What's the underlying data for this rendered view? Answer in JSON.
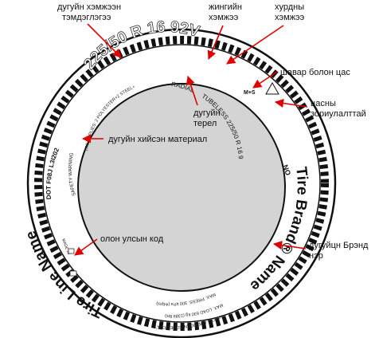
{
  "callouts": {
    "tire_size": [
      "дугуйн хэмжээн",
      "тэмдэглэгээ"
    ],
    "width": [
      "жингийн",
      "хэмжээ"
    ],
    "speed": [
      "хурдны",
      "хэмжээ"
    ],
    "mud_snow": "шавар болон цас",
    "snow_rated": [
      "цасны",
      "зориулалттай"
    ],
    "tire_type": [
      "дугуйн",
      "терел"
    ],
    "material": "дугуйн хийсэн материал",
    "country_code": "олон улсын код",
    "brand": [
      "дугуйцн Брэнд",
      "нэр"
    ]
  },
  "tire": {
    "size_text": "225/50 R 16  92V",
    "brand_name": "Tire Brand® Name",
    "line_name": "Tire Line Name",
    "radial": "RADIAL",
    "tubeless": "TUBELESS 225/50 R 16 92V",
    "ms": "M+S",
    "no": "NO",
    "dot": "DOT F08J L3I202",
    "safety": "SAFETY WARNING",
    "treads": "TREAD PLIES: 2 POLYESTER+2 STEEL+1 NYLON  SIDEWALL 2 POLYESTER",
    "max_load": "MAX. LOAD 630 kg (1389 lbs)",
    "max_press": "MAX. PRESS. 300 kPa (44psi)",
    "north_american": "NORTH AMERICAN CODES ONLY",
    "made_in": "MADE IN"
  },
  "colors": {
    "arrow": "#e00000",
    "text": "#111111",
    "tire": "#ffffff"
  }
}
